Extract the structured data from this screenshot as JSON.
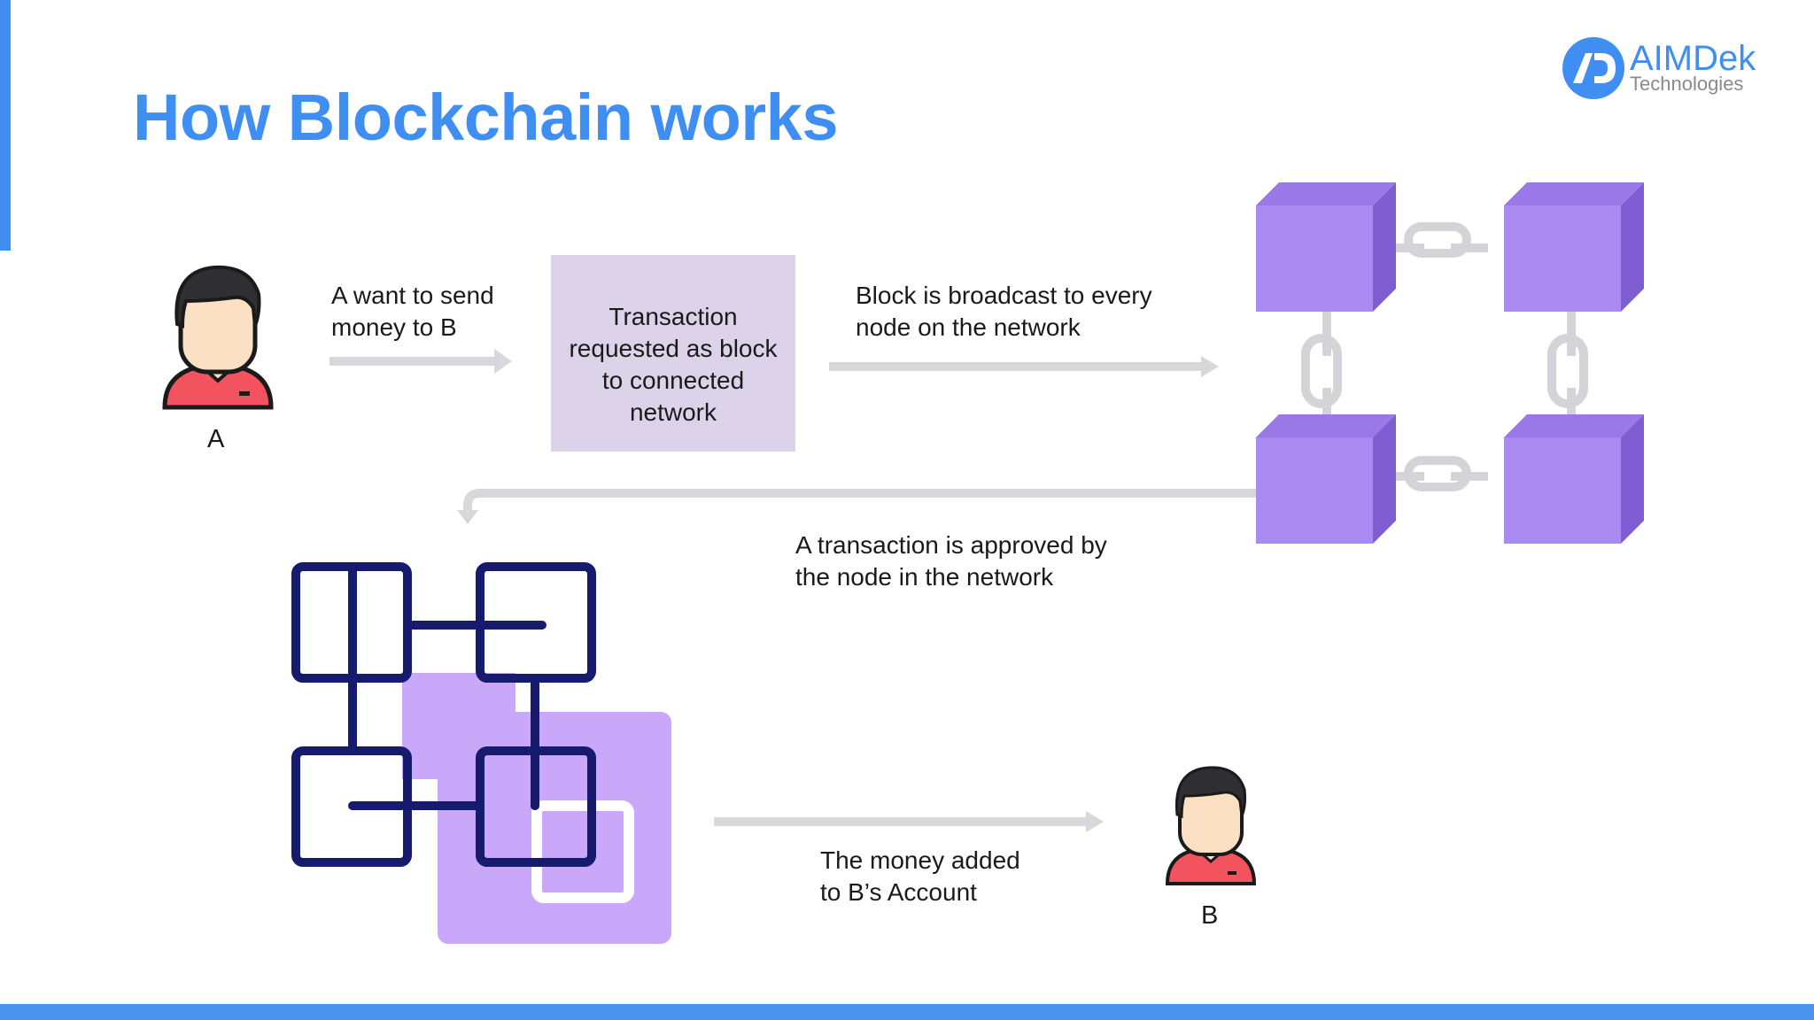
{
  "slide": {
    "title": "How Blockchain works",
    "accent_color": "#3f8ef2",
    "block_color": "#a98af0",
    "arrow_color": "#d8d8dc"
  },
  "logo": {
    "icon": "aimdek-logo-icon",
    "name": "AIMDek",
    "subtitle": "Technologies"
  },
  "actors": {
    "a_label": "A",
    "b_label": "B"
  },
  "steps": {
    "step1": [
      "A want to send",
      "money to B"
    ],
    "step2": [
      "Transaction",
      "requested as block",
      "to connected",
      "network"
    ],
    "step3": [
      "Block is broadcast to every",
      "node on the network"
    ],
    "step4": [
      "A transaction is approved by",
      "the node in the network"
    ],
    "step5": [
      "The money added",
      "to  B’s Account"
    ]
  }
}
